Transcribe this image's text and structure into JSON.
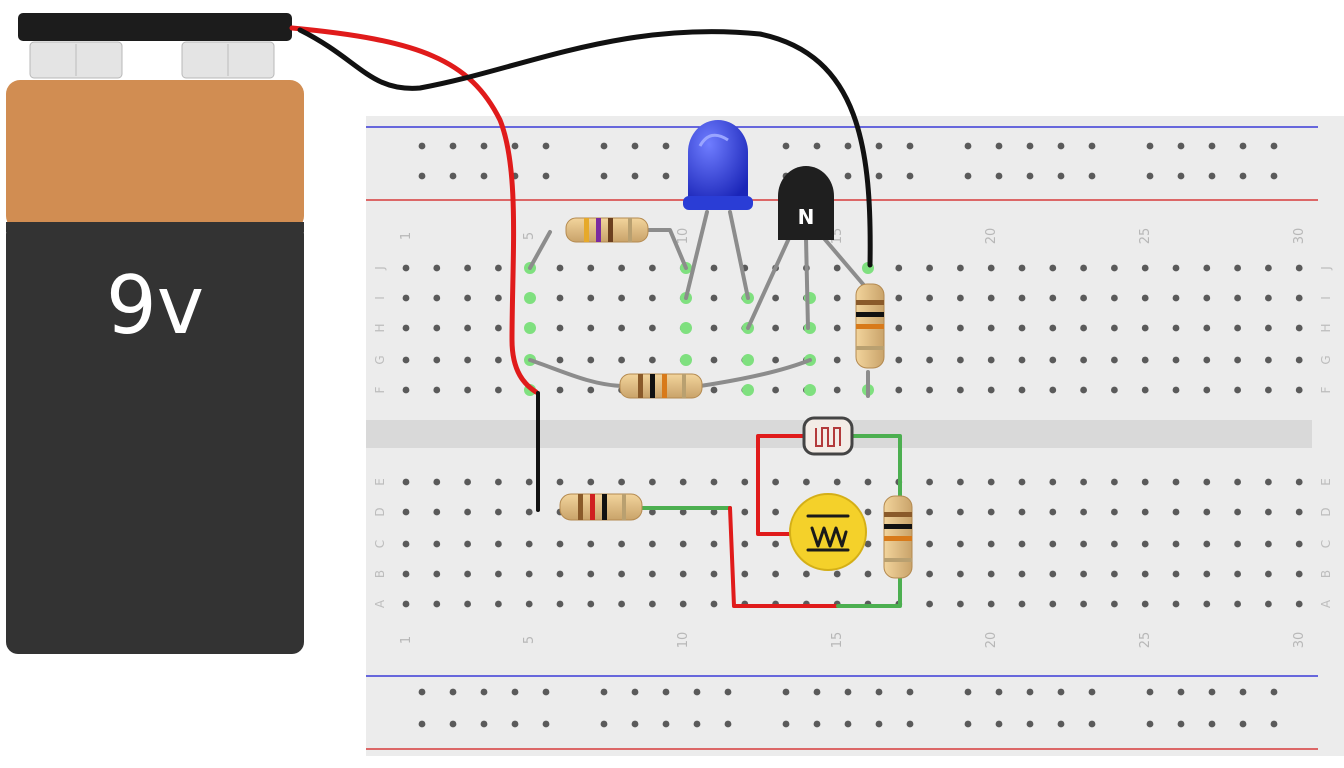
{
  "battery": {
    "label": "9v",
    "colors": {
      "cap": "#d18d52",
      "body": "#333333",
      "clip": "#1c1c1c",
      "terminal": "#e4e4e4"
    }
  },
  "breadboard": {
    "colors": {
      "board": "#ececec",
      "rail_red": "#d63b3b",
      "rail_blue": "#3b3bd6",
      "hole": "#5a5a5a",
      "highlight": "#7fe07f",
      "trench": "#d9d9d9"
    },
    "column_numbers": [
      "1",
      "5",
      "10",
      "15",
      "20",
      "25",
      "30"
    ],
    "row_letters_top": [
      "J",
      "I",
      "H",
      "G",
      "F"
    ],
    "row_letters_bottom": [
      "E",
      "D",
      "C",
      "B",
      "A"
    ]
  },
  "components": {
    "led": {
      "name": "blue-led",
      "color": "#2a3dd6"
    },
    "transistor": {
      "name": "npn-transistor",
      "label": "N"
    },
    "buzzer": {
      "name": "piezo-buzzer",
      "symbol": "~W~",
      "color": "#f4d12a"
    },
    "ldr": {
      "name": "photoresistor"
    },
    "resistors": [
      "r1-violet",
      "r2-base",
      "r3-vertical-top",
      "r4-bottom",
      "r5-vertical-bottom"
    ]
  },
  "wires": {
    "red": "#e01b1b",
    "black": "#111111",
    "green": "#4caf50",
    "gray": "#8c8c8c"
  }
}
